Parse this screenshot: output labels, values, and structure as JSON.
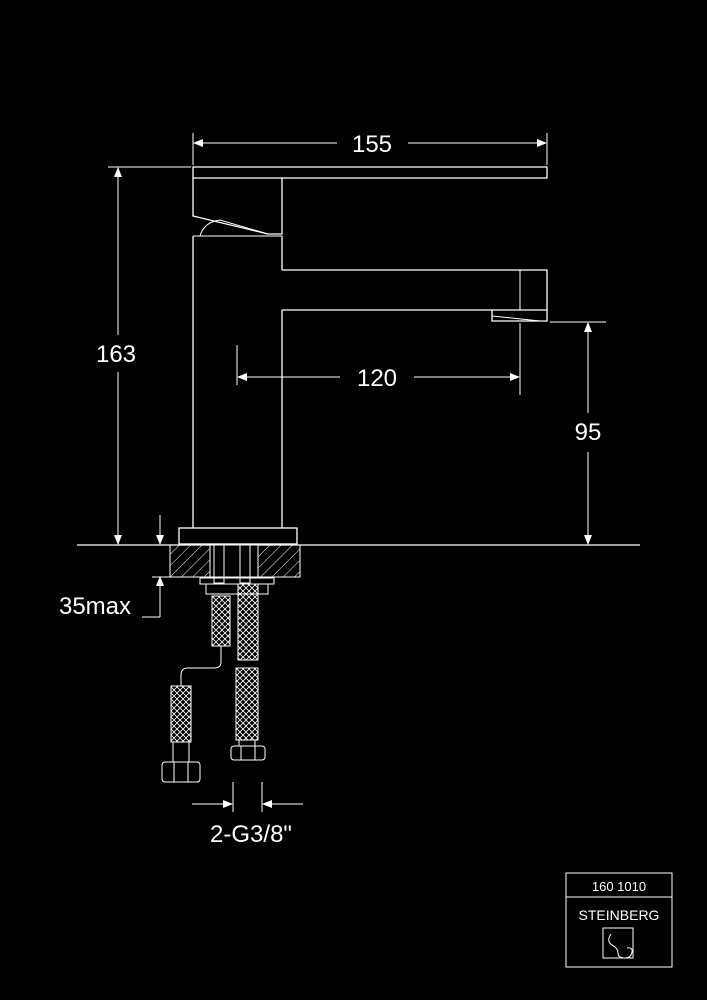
{
  "dimensions": {
    "overall_width": "155",
    "overall_height": "163",
    "spout_reach": "120",
    "spout_height": "95",
    "deck_thickness": "35max",
    "connection": "2-G3/8\""
  },
  "title_block": {
    "article_number": "160 1010",
    "brand": "STEINBERG"
  },
  "colors": {
    "background": "#000000",
    "line": "#ffffff"
  }
}
